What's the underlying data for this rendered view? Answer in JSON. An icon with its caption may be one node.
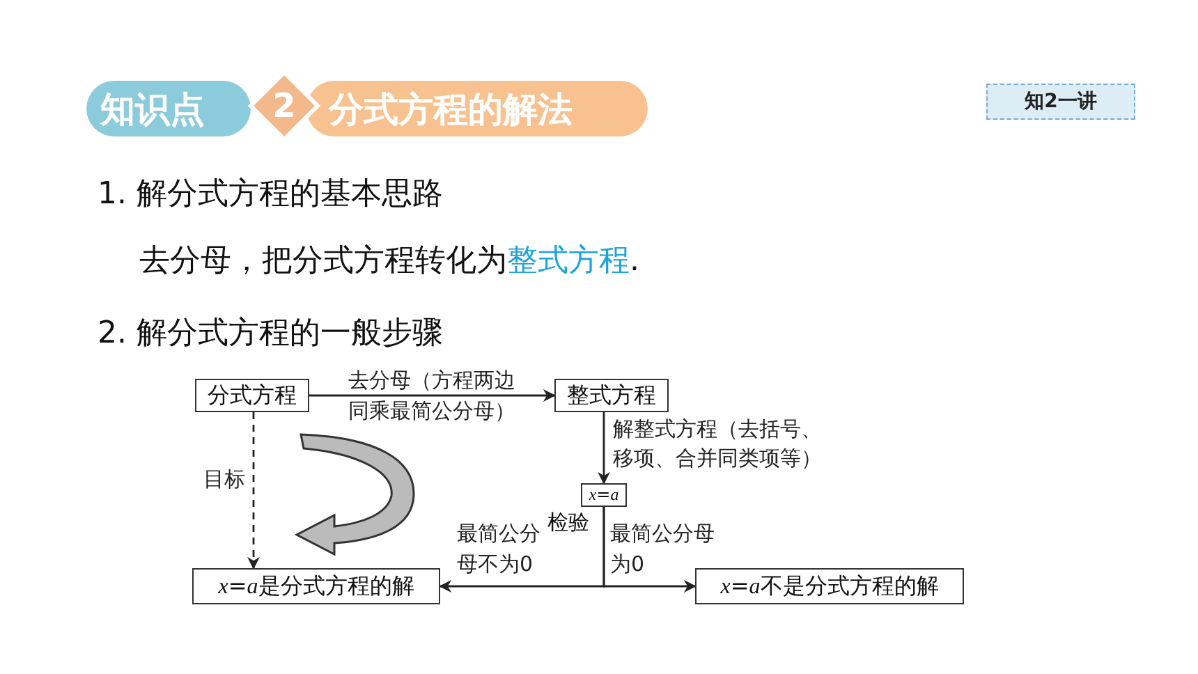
{
  "diagram": {
    "nodes": [
      {
        "text": [
          "知识点"
        ]
      },
      {
        "text": [
          "2"
        ]
      },
      {
        "text": [
          "分式方程的解法"
        ]
      },
      {
        "text": [
          "知2一讲"
        ]
      },
      {
        "text": [
          "分式方程"
        ]
      },
      {
        "text": [
          "整式方程"
        ]
      },
      {
        "text": [
          "*x*=*a*"
        ]
      },
      {
        "text": [
          "*x*=*a*",
          "是分式方程的解"
        ]
      },
      {
        "text": [
          "*x*=*a*",
          "不是分式方程的解"
        ]
      }
    ],
    "edges": [
      {
        "from": 4,
        "to": 5,
        "arrow": "to",
        "label": "去分母（方程两边同乘最简公分母）"
      },
      {
        "from": 5,
        "to": 6,
        "arrow": "to",
        "label": "解整式方程（去括号、移项、合并同类项等）"
      },
      {
        "from": 6,
        "to": 7,
        "arrow": "to",
        "label": "最简公分母不为0"
      },
      {
        "from": 6,
        "to": 8,
        "arrow": "to",
        "label": "最简公分母为0"
      },
      {
        "from": 4,
        "to": 7,
        "arrow": "to",
        "label": "目标",
        "style": "dashed"
      }
    ],
    "labels": [
      "1. 解分式方程的基本思路",
      "去分母，把分式方程转化为**整式方程**.",
      "2. 解分式方程的一般步骤",
      "检验"
    ]
  }
}
